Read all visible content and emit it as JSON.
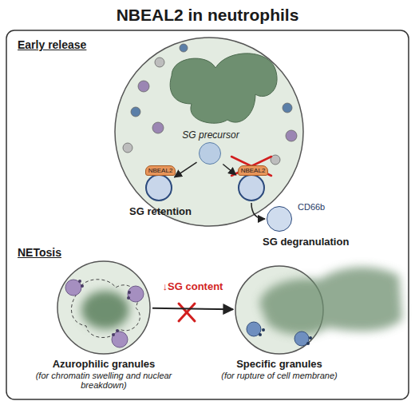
{
  "diagram": {
    "title": "NBEAL2 in neutrophils",
    "nodes": [
      {
        "text": [
          "SG precursor"
        ]
      },
      {
        "text": [
          "NBEAL2",
          "SG retention"
        ]
      },
      {
        "text": [
          "NBEAL2"
        ]
      },
      {
        "text": [
          "CD66b",
          "SG degranulation"
        ]
      },
      {
        "text": [
          "Azurophilic granules",
          "(for chromatin swelling and nuclear breakdown)"
        ]
      },
      {
        "text": [
          "Specific granules",
          "(for rupture of cell membrane)"
        ]
      }
    ],
    "edges": [
      {
        "from": 0,
        "to": 1,
        "arrow": "to"
      },
      {
        "from": 0,
        "to": 2,
        "arrow": "to"
      },
      {
        "from": 2,
        "to": 3,
        "arrow": "to"
      },
      {
        "from": 4,
        "to": 5,
        "label": "↓SG content",
        "arrow": "to"
      }
    ],
    "labels": [
      "Early release",
      "NETosis"
    ]
  }
}
